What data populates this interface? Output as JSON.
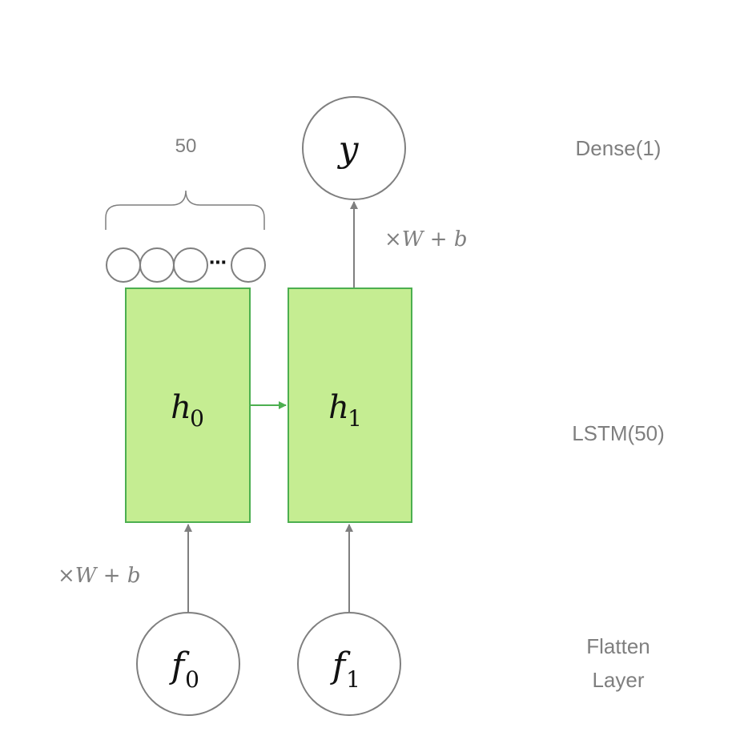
{
  "nodes": {
    "output": {
      "var": "y",
      "sub": ""
    },
    "lstm0": {
      "var": "h",
      "sub": "0"
    },
    "lstm1": {
      "var": "h",
      "sub": "1"
    },
    "input0": {
      "var": "f",
      "sub": "0"
    },
    "input1": {
      "var": "f",
      "sub": "1"
    }
  },
  "labels": {
    "dense": "Dense(1)",
    "lstm": "LSTM(50)",
    "flatten_line1": "Flatten",
    "flatten_line2": "Layer",
    "units_count": "50",
    "ellipsis": "⋯",
    "op_top": "×W + b",
    "op_bottom": "×W + b"
  },
  "colors": {
    "lstm_fill": "#c5ed92",
    "lstm_stroke": "#4caf50",
    "recurrent_arrow": "#4caf50",
    "stroke_gray": "#7f7f7f",
    "text_gray": "#7f7f7f"
  }
}
